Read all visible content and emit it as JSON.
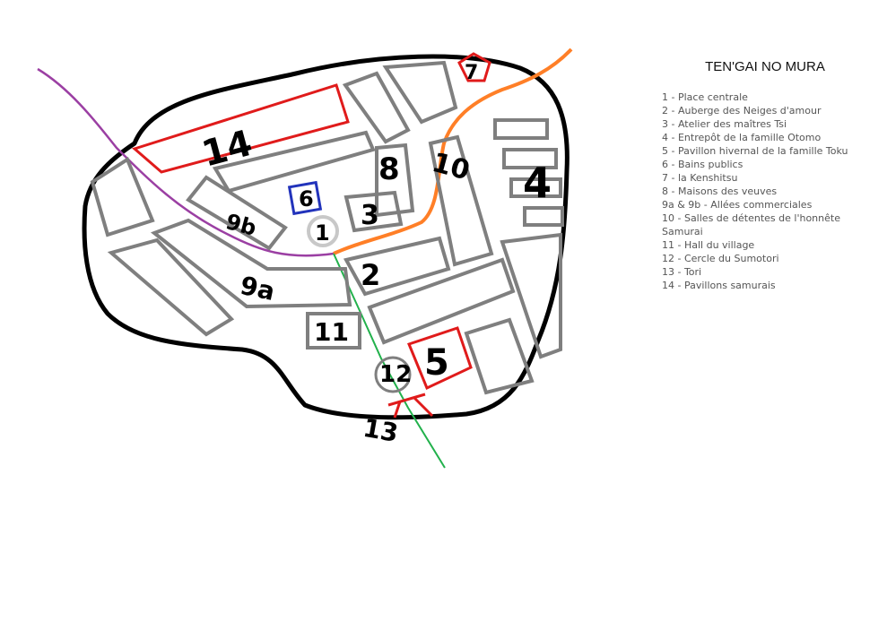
{
  "title": "TEN'GAI NO MURA",
  "legend": [
    "1 - Place centrale",
    "2 - Auberge des Neiges d'amour",
    "3 - Atelier des maîtres Tsi",
    "4 - Entrepôt de la famille Otomo",
    "5 - Pavillon hivernal de la famille Toku",
    "6 - Bains publics",
    "7 - la Kenshitsu",
    "8 - Maisons des veuves",
    "9a & 9b - Allées commerciales",
    "10 - Salles de détentes de l'honnête Samurai",
    "11 - Hall du village",
    "12 - Cercle du Sumotori",
    "13 - Tori",
    "14 - Pavillons samurais"
  ],
  "map_labels": {
    "n1": "1",
    "n2": "2",
    "n3": "3",
    "n4": "4",
    "n5": "5",
    "n6": "6",
    "n7": "7",
    "n8": "8",
    "n9a": "9a",
    "n9b": "9b",
    "n10": "10",
    "n11": "11",
    "n12": "12",
    "n13": "13",
    "n14": "14"
  },
  "colors": {
    "boundary": "#000000",
    "building": "#7f7f7f",
    "highlight": "#e01b1b",
    "bath": "#2233bb",
    "path_purple": "#9b3fa3",
    "path_orange": "#ff7f27",
    "path_green": "#22b14c"
  }
}
